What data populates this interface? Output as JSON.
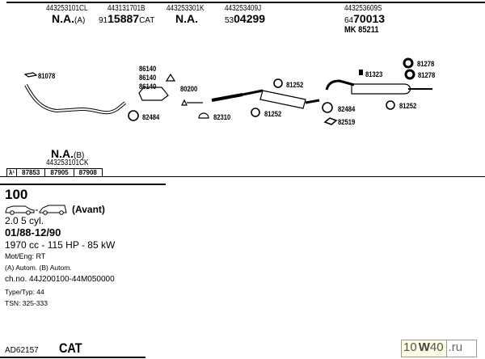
{
  "header_columns": [
    {
      "part_no": "443253101CL",
      "ref_bold": "N.A.",
      "ref_suffix": "(A)"
    },
    {
      "part_no": "443131701B",
      "ref_prefix": "91",
      "ref_bold": "15887",
      "ref_suffix": "CAT"
    },
    {
      "part_no": "443253301K",
      "ref_bold": "N.A."
    },
    {
      "part_no": "443253409J",
      "ref_prefix": "53",
      "ref_bold": "04299"
    },
    {
      "part_no": "443253609S",
      "ref_prefix": "64",
      "ref_bold": "70013",
      "extra": "MK 85211"
    }
  ],
  "diagram_labels": {
    "gasket_front": "81078",
    "bolt1": "86140",
    "bolt2": "86140",
    "bolt3": "86140",
    "gasket_mid": "80200",
    "ring_left": "82484",
    "clamp": "82310",
    "hanger_top": "81252",
    "hanger_bottom": "81252",
    "ring_right": "82484",
    "gasket_right": "82519",
    "rubber": "81323",
    "ring_top1": "81278",
    "ring_top2": "81278",
    "hanger_rear": "81252"
  },
  "alt_part": {
    "ref_bold": "N.A.",
    "ref_suffix": "(B)",
    "part_no": "443253101CK"
  },
  "ref_table": {
    "symbol": "λ¹",
    "cells": [
      "87853",
      "87905",
      "87908"
    ]
  },
  "vehicle": {
    "model": "100",
    "body": "(Avant)",
    "engine": "2.0 5 cyl.",
    "period": "01/88-12/90",
    "power": "1970 cc - 115 HP - 85 kW",
    "mot": "Mot/Eng: RT",
    "trans": "(A) Autom. (B) Autom.",
    "chassis": "ch.no. 44J200100-44M050000",
    "type": "Type/Typ: 44",
    "tsn": "TSN: 325-333"
  },
  "footer": {
    "code": "AD62157",
    "cat": "CAT"
  },
  "watermark": {
    "a": "10",
    "b": "W",
    "c": "40",
    ".ru": ".ru"
  }
}
